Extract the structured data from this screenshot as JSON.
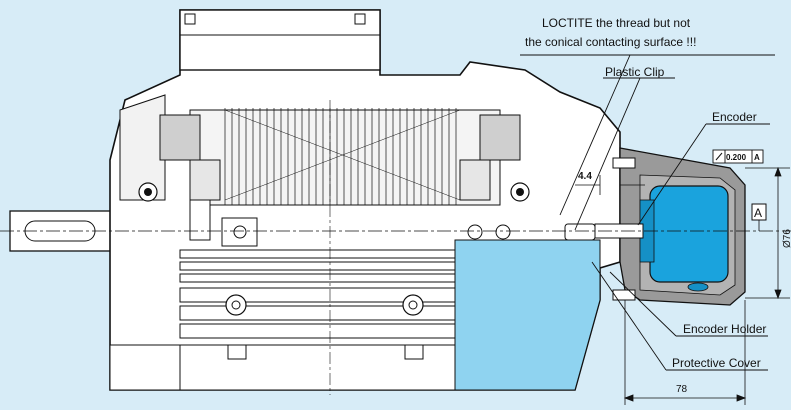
{
  "labels": {
    "loctite_line1": "LOCTITE the thread but not",
    "loctite_line2": "the conical contacting surface !!!",
    "plastic_clip": "Plastic Clip",
    "encoder": "Encoder",
    "encoder_holder": "Encoder Holder",
    "protective_cover": "Protective Cover"
  },
  "dimensions": {
    "gap": "4.4",
    "diameter": "Ø76",
    "length": "78",
    "datum": "A",
    "tolerance_value": "0.200",
    "tolerance_datum": "A"
  },
  "colors": {
    "background": "#d7ecf7",
    "cover_fill": "#8fd3f0",
    "encoder_fill": "#1aa3dd",
    "holder_fill": "#9a9a9a",
    "motor_fill": "#ffffff",
    "line": "#111111"
  }
}
